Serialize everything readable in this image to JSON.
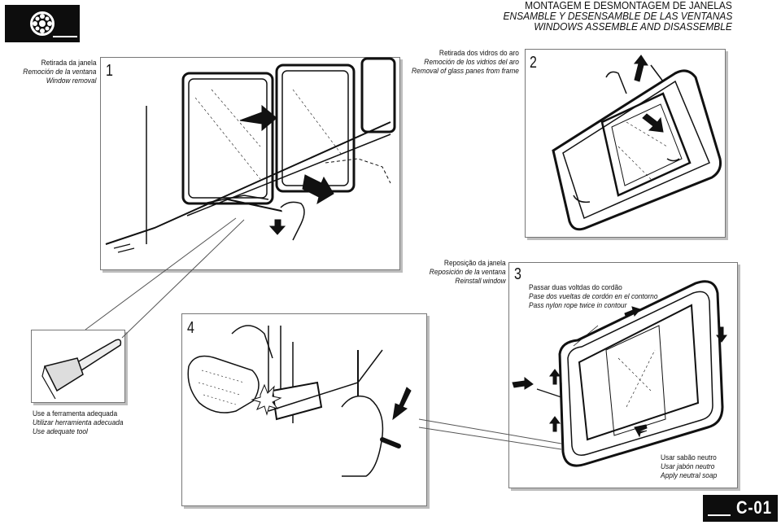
{
  "header": {
    "title_pt": "MONTAGEM E DESMONTAGEM DE JANELAS",
    "title_es": "ENSAMBLE Y DESENSAMBLE DE LAS VENTANAS",
    "title_en": "WINDOWS ASSEMBLE AND DISASSEMBLE"
  },
  "logo": {
    "icon": "wheel-icon"
  },
  "steps": [
    {
      "number": "1",
      "pt": "Retirada da janela",
      "es": "Remoción de la ventana",
      "en": "Window removal"
    },
    {
      "number": "2",
      "pt": "Retirada dos vidros do aro",
      "es": "Remoción de los vidrios del aro",
      "en": "Removal of glass panes from frame"
    },
    {
      "number": "3",
      "pt": "Reposição da janela",
      "es": "Reposición de la ventana",
      "en": "Reinstall window"
    },
    {
      "number": "4"
    }
  ],
  "notes": {
    "rope": {
      "pt": "Passar duas voltdas do cordão",
      "es": "Pase dos vueltas de cordón en el contorno",
      "en": "Pass nylon rope twice in contour"
    },
    "tool": {
      "pt": "Use a ferramenta adequada",
      "es": "Utilizar herramienta adecuada",
      "en": "Use adequate tool"
    },
    "soap": {
      "pt": "Usar sabão neutro",
      "es": "Usar jabón neutro",
      "en": "Apply neutral soap"
    }
  },
  "footer": {
    "page_code": "C-01"
  }
}
